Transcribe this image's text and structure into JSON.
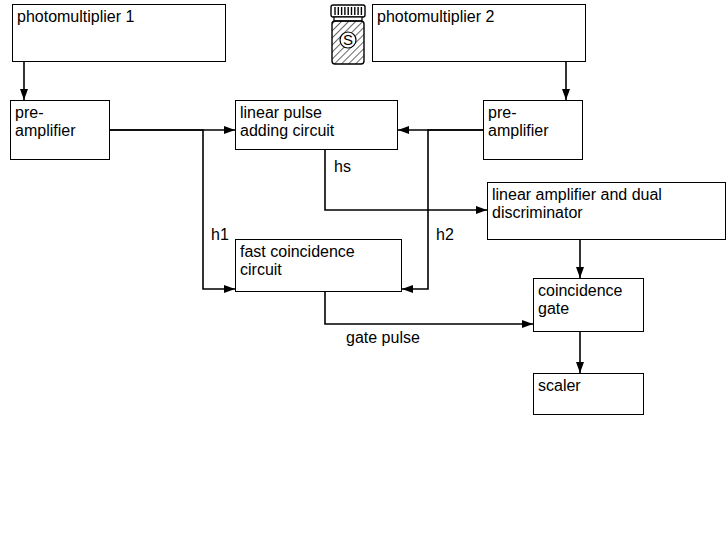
{
  "diagram": {
    "nodes": [
      {
        "text": [
          "photomultiplier 1"
        ]
      },
      {
        "text": [
          "S"
        ]
      },
      {
        "text": [
          "photomultiplier 2"
        ]
      },
      {
        "text": [
          "pre-amplifier"
        ]
      },
      {
        "text": [
          "linear pulse adding circuit"
        ]
      },
      {
        "text": [
          "pre-amplifier"
        ]
      },
      {
        "text": [
          "linear amplifier and dual discriminator"
        ]
      },
      {
        "text": [
          "fast coincidence circuit"
        ]
      },
      {
        "text": [
          "coincidence gate"
        ]
      },
      {
        "text": [
          "scaler"
        ]
      }
    ],
    "edges": [
      {
        "from": 0,
        "to": 3,
        "arrow": "to"
      },
      {
        "from": 2,
        "to": 5,
        "arrow": "to"
      },
      {
        "from": 3,
        "to": 4,
        "arrow": "to"
      },
      {
        "from": 5,
        "to": 4,
        "arrow": "to"
      },
      {
        "from": 3,
        "to": 7,
        "label": "h1",
        "arrow": "to"
      },
      {
        "from": 5,
        "to": 7,
        "label": "h2",
        "arrow": "to"
      },
      {
        "from": 4,
        "to": 6,
        "label": "hs",
        "arrow": "to"
      },
      {
        "from": 7,
        "to": 8,
        "label": "gate pulse",
        "arrow": "to"
      },
      {
        "from": 6,
        "to": 8,
        "arrow": "to"
      },
      {
        "from": 8,
        "to": 9,
        "arrow": "to"
      }
    ]
  }
}
